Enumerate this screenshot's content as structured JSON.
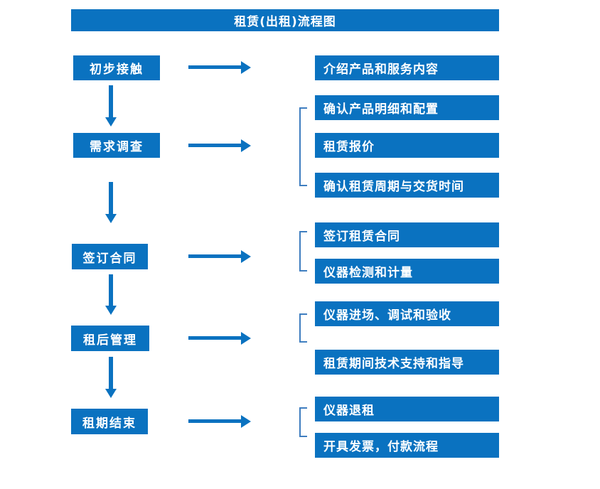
{
  "title": "租赁(出租)流程图",
  "colors": {
    "box_blue": "#0a72c0",
    "bracket_blue": "#3f7ec0",
    "text_white": "#ffffff"
  },
  "steps": [
    {
      "label": "初步接触",
      "details": [
        "介绍产品和服务内容"
      ]
    },
    {
      "label": "需求调查",
      "details": [
        "确认产品明细和配置",
        "租赁报价",
        "确认租赁周期与交货时间"
      ]
    },
    {
      "label": "签订合同",
      "details": [
        "签订租赁合同",
        "仪器检测和计量"
      ]
    },
    {
      "label": "租后管理",
      "details": [
        "仪器进场、调试和验收",
        "租赁期间技术支持和指导"
      ]
    },
    {
      "label": "租期结束",
      "details": [
        "仪器退租",
        "开具发票，付款流程"
      ]
    }
  ]
}
